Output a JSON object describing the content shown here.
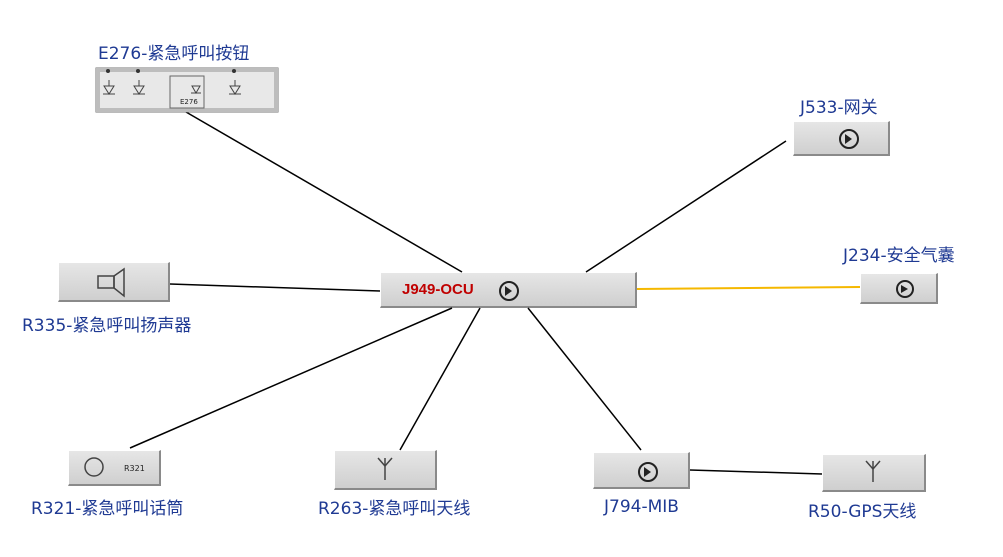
{
  "nodes": {
    "center": {
      "label": "J949-OCU",
      "icon": "control-unit-icon"
    },
    "e276": {
      "label": "E276-紧急呼叫按钮",
      "inner_label": "E276",
      "icon": "led-button-array-icon"
    },
    "j533": {
      "label": "J533-网关",
      "icon": "control-unit-icon"
    },
    "j234": {
      "label": "J234-安全气囊",
      "icon": "control-unit-icon"
    },
    "r335": {
      "label": "R335-紧急呼叫扬声器",
      "icon": "speaker-icon"
    },
    "r321": {
      "label": "R321-紧急呼叫话筒",
      "inner_label": "R321",
      "icon": "microphone-icon"
    },
    "r263": {
      "label": "R263-紧急呼叫天线",
      "icon": "antenna-icon"
    },
    "j794": {
      "label": "J794-MIB",
      "icon": "control-unit-icon"
    },
    "r50": {
      "label": "R50-GPS天线",
      "icon": "antenna-icon"
    }
  },
  "connections": [
    {
      "from": "J949-OCU",
      "to": "E276-紧急呼叫按钮"
    },
    {
      "from": "J949-OCU",
      "to": "J533-网关"
    },
    {
      "from": "J949-OCU",
      "to": "J234-安全气囊",
      "color": "#f5b800"
    },
    {
      "from": "J949-OCU",
      "to": "R335-紧急呼叫扬声器"
    },
    {
      "from": "J949-OCU",
      "to": "R321-紧急呼叫话筒"
    },
    {
      "from": "J949-OCU",
      "to": "R263-紧急呼叫天线"
    },
    {
      "from": "J949-OCU",
      "to": "J794-MIB"
    },
    {
      "from": "J794-MIB",
      "to": "R50-GPS天线"
    }
  ],
  "colors": {
    "label_blue": "#1f3a93",
    "center_red": "#c00000",
    "line_black": "#000000",
    "airbag_line": "#f5b800"
  }
}
